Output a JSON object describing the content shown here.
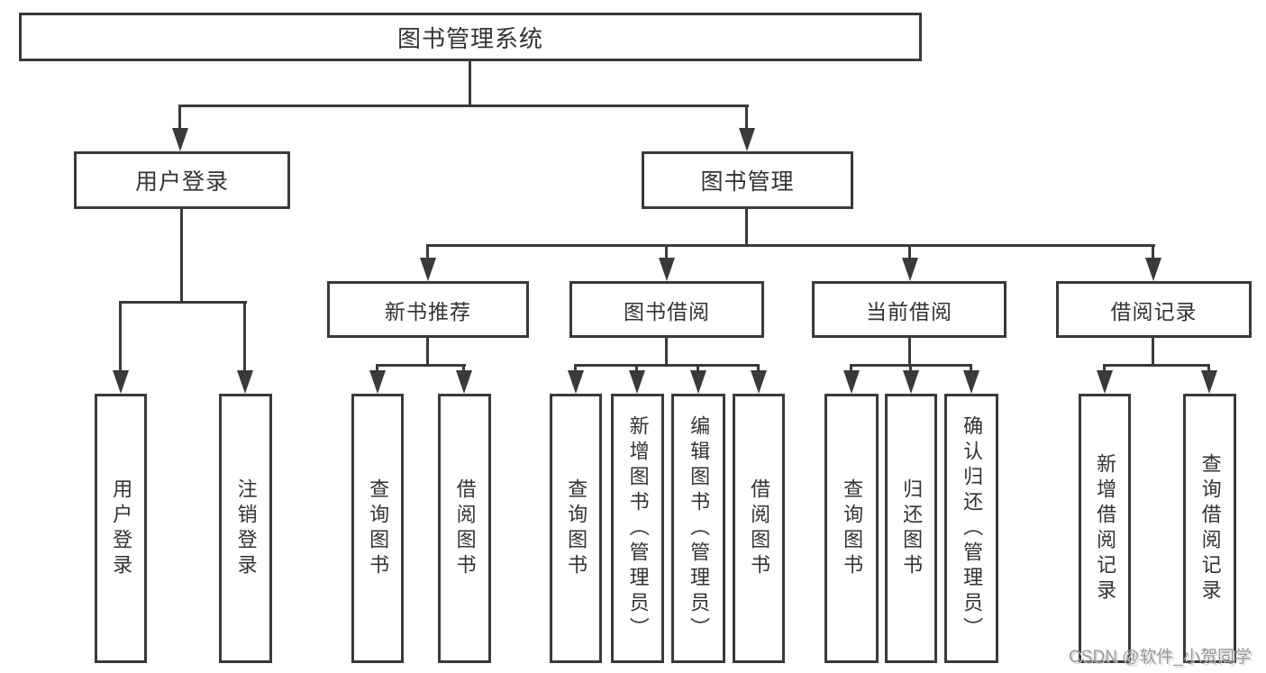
{
  "diagram": {
    "title": "图书管理系统",
    "branches": [
      {
        "label": "用户登录",
        "children": [
          "用户登录",
          "注销登录"
        ]
      },
      {
        "label": "图书管理",
        "modules": [
          {
            "label": "新书推荐",
            "children": [
              "查询图书",
              "借阅图书"
            ]
          },
          {
            "label": "图书借阅",
            "children": [
              "查询图书",
              "新增图书（管理员）",
              "编辑图书（管理员）",
              "借阅图书"
            ]
          },
          {
            "label": "当前借阅",
            "children": [
              "查询图书",
              "归还图书",
              "确认归还（管理员）"
            ]
          },
          {
            "label": "借阅记录",
            "children": [
              "新增借阅记录",
              "查询借阅记录"
            ]
          }
        ]
      }
    ]
  },
  "watermark": "CSDN @软件_小贺同学",
  "colors": {
    "line": "#3a3a3a",
    "text": "#333333",
    "wm": "#999999",
    "bg": "#ffffff"
  }
}
